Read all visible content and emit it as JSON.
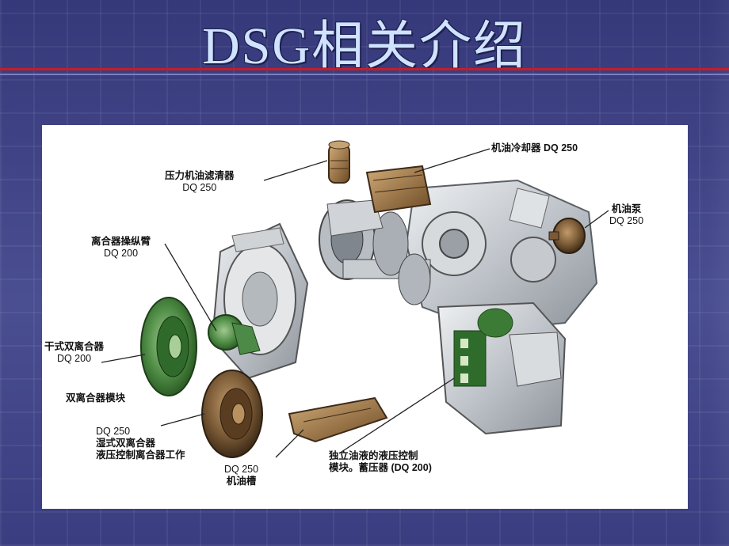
{
  "slide": {
    "title": "DSG相关介绍"
  },
  "labels": {
    "filter": {
      "name": "压力机油滤清器",
      "model": "DQ 250"
    },
    "cooler": {
      "text": "机油冷却器 DQ 250"
    },
    "pump": {
      "name": "机油泵",
      "model": "DQ 250"
    },
    "lever": {
      "name": "离合器操纵臂",
      "model": "DQ 200"
    },
    "dry_clutch": {
      "name": "干式双离合器",
      "model": "DQ 200"
    },
    "module": {
      "text": "双离合器模块"
    },
    "wet_clutch": {
      "line1": "DQ 250",
      "line2": "湿式双离合器",
      "line3": "液压控制离合器工作"
    },
    "sump": {
      "model": "DQ 250",
      "name": "机油槽"
    },
    "control": {
      "line1": "独立油液的液压控制",
      "line2": "模块。蓄压器 (DQ 200)"
    }
  },
  "colors": {
    "background": "#3c3f82",
    "title_text": "#cfe2ff",
    "rule_red": "#c21e2a",
    "housing": "#cfd3d8",
    "green_part": "#3f7a3a",
    "bronze_part": "#7a5a36"
  }
}
